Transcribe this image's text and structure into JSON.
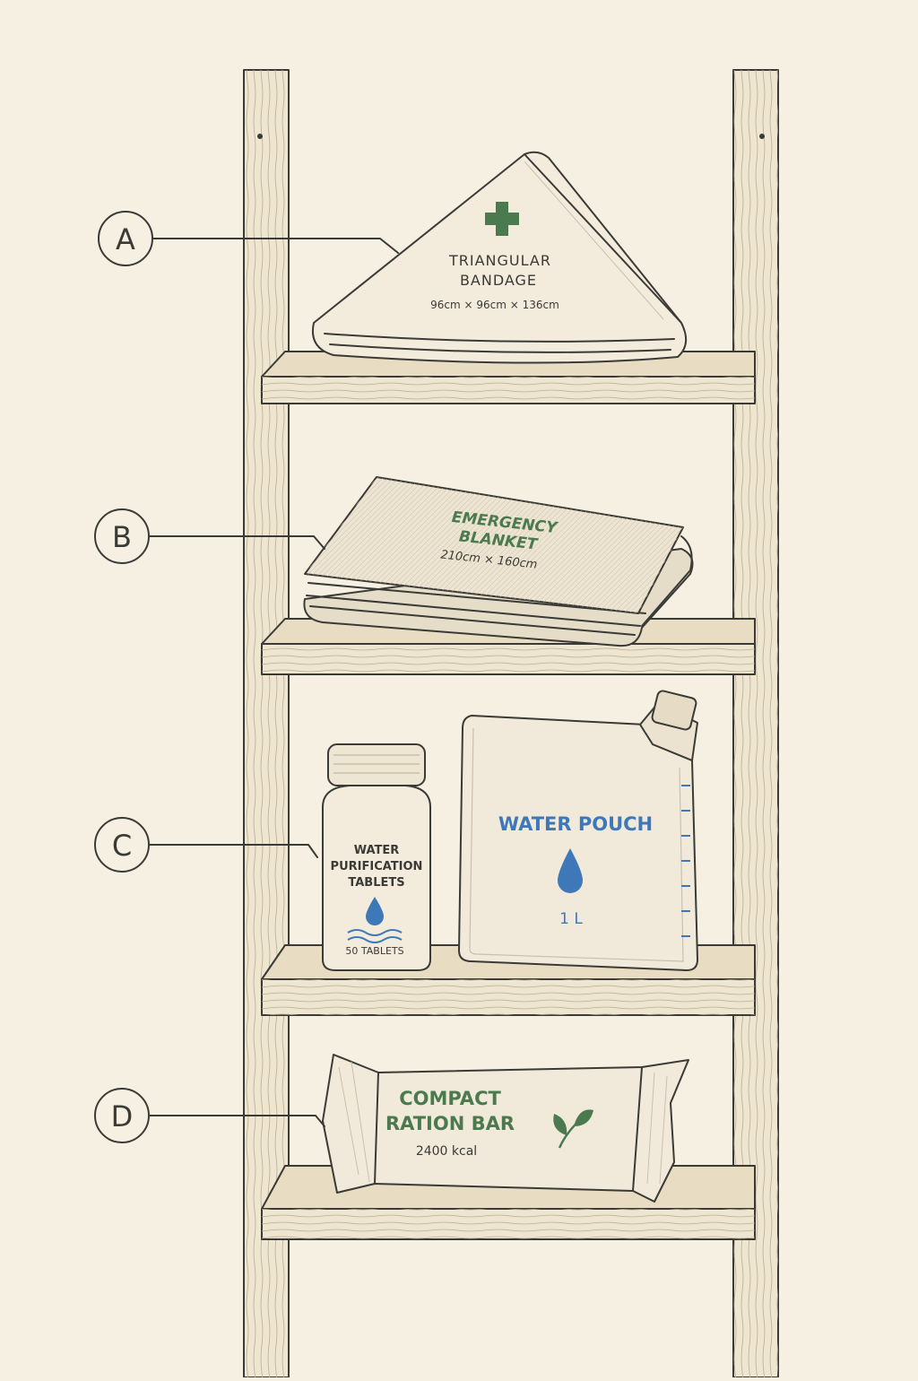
{
  "colors": {
    "background": "#f6f0e2",
    "ink": "#3a3a36",
    "wood": "#efe6d2",
    "green": "#4b7a4e",
    "blue": "#3f78b8",
    "item_fill": "#f3ecdd"
  },
  "markers": [
    {
      "letter": "A",
      "icon": "letter-circle-icon"
    },
    {
      "letter": "B",
      "icon": "letter-circle-icon"
    },
    {
      "letter": "C",
      "icon": "letter-circle-icon"
    },
    {
      "letter": "D",
      "icon": "letter-circle-icon"
    }
  ],
  "items": {
    "bandage": {
      "line1": "TRIANGULAR",
      "line2": "BANDAGE",
      "size": "96cm × 96cm × 136cm",
      "icon": "green-cross-icon"
    },
    "blanket": {
      "line1": "EMERGENCY",
      "line2": "BLANKET",
      "size": "210cm × 160cm"
    },
    "tablets": {
      "line1": "WATER",
      "line2": "PURIFICATION",
      "line3": "TABLETS",
      "count": "50 TABLETS",
      "icon": "water-drop-icon"
    },
    "pouch": {
      "title": "WATER POUCH",
      "volume": "1 L",
      "icon": "water-drop-icon"
    },
    "ration": {
      "line1": "COMPACT",
      "line2": "RATION BAR",
      "energy": "2400 kcal",
      "icon": "leaf-icon"
    }
  }
}
